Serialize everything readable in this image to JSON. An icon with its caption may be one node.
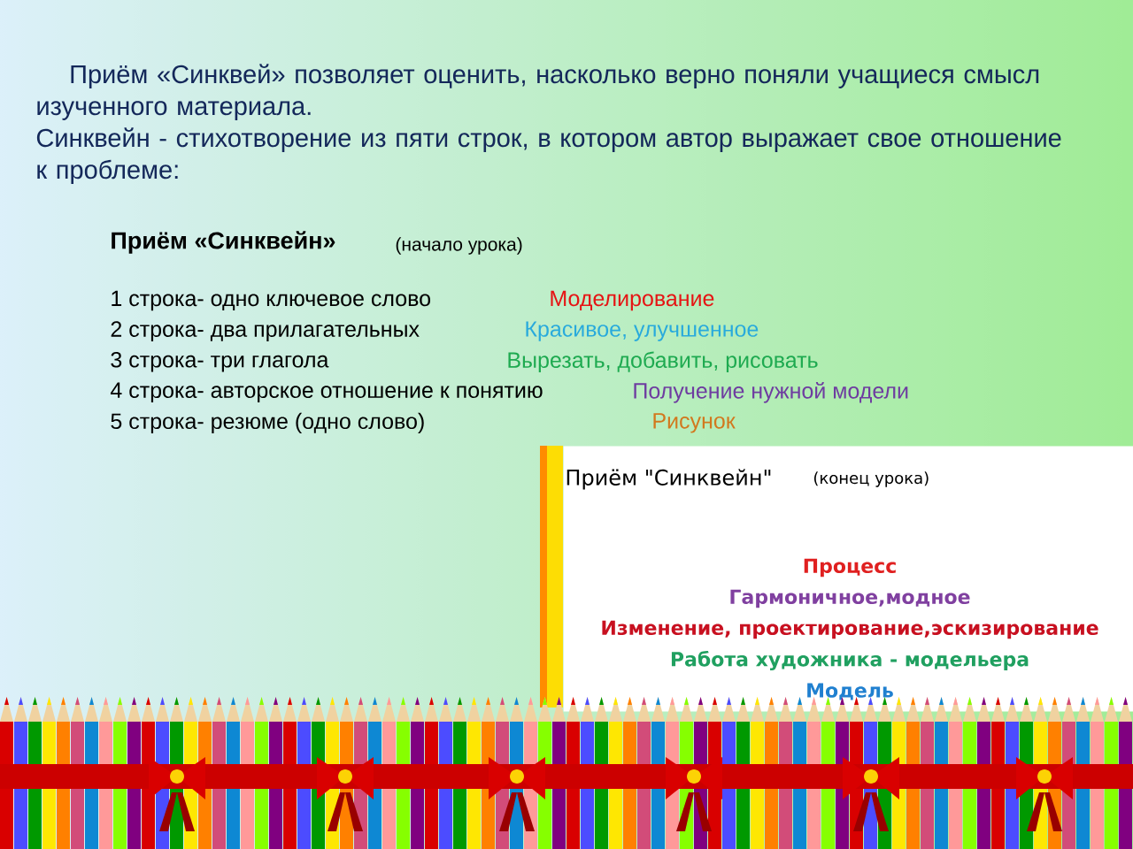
{
  "diagram": {
    "nodes": [
      {
        "text": [
          "Приём \"Синквейн\"",
          "(конец урока)",
          "Процесс",
          "Гармоничное,модное",
          "Изменение, проектирование,эскизирование",
          "Работа художника - модельера",
          "Модель"
        ]
      }
    ],
    "labels": [
      "Приём «Синквей» позволяет оценить, насколько верно поняли учащиеся смысл изученного материала.",
      "Синквейн -  стихотворение из пяти строк, в котором автор выражает свое отношение к проблеме:",
      "Приём «Синквейн»",
      "(начало урока)",
      "1 строка- одно ключевое слово",
      "Моделирование",
      "2 строка- два прилагательных",
      "Красивое, улучшенное",
      "3 строка- три глагола",
      "Вырезать, добавить, рисовать",
      "4 строка- авторское отношение к понятию",
      "Получение нужной  модели",
      "5 строка- резюме (одно слово)",
      "Рисунок"
    ]
  }
}
